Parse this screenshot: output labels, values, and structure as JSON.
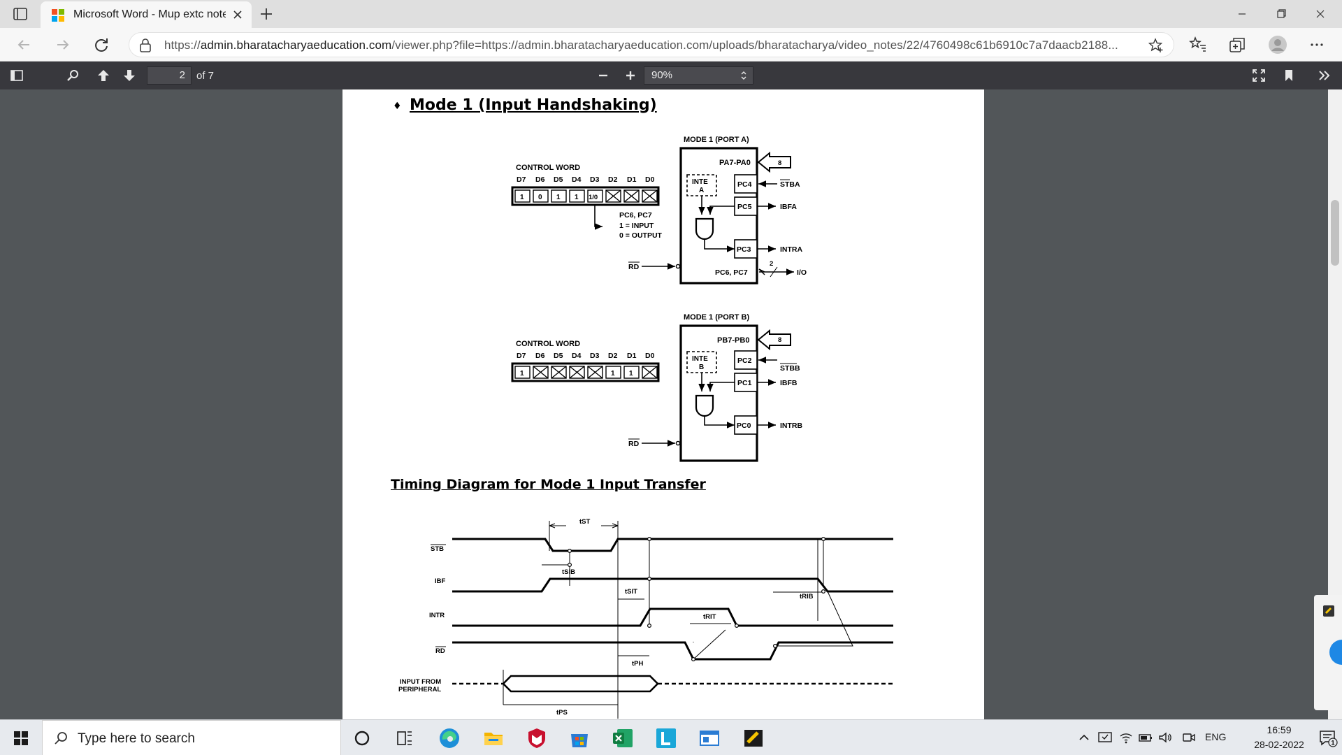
{
  "browser": {
    "tab_title": "Microsoft Word - Mup extc note",
    "url_prefix": "https://",
    "url_host": "admin.bharatacharyaeducation.com",
    "url_path": "/viewer.php?file=https://admin.bharatacharyaeducation.com/uploads/bharatacharya/video_notes/22/4760498c61b6910c7a7daacb2188..."
  },
  "pdf_toolbar": {
    "current_page": "2",
    "page_count_label": "of 7",
    "zoom": "90%"
  },
  "document": {
    "bullet": "♦",
    "heading_mode1": "Mode 1 (Input Handshaking)",
    "heading_timing": "Timing Diagram for Mode 1 Input Transfer",
    "port_a": {
      "title": "MODE 1 (PORT A)",
      "control_word": "CONTROL WORD",
      "bits": [
        "D7",
        "D6",
        "D5",
        "D4",
        "D3",
        "D2",
        "D1",
        "D0"
      ],
      "values": [
        "1",
        "0",
        "1",
        "1",
        "1/0",
        "",
        "",
        ""
      ],
      "pc67": "PC6, PC7",
      "input_note": "1 = INPUT",
      "output_note": "0 = OUTPUT",
      "data_port": "PA7-PA0",
      "bus_width": "8",
      "inte": "INTE",
      "inte_letter": "A",
      "pc4": "PC4",
      "pc5": "PC5",
      "pc3": "PC3",
      "pc6pc7": "PC6, PC7",
      "stb": "STBA",
      "ibf": "IBFA",
      "intr": "INTRA",
      "io_width": "2",
      "io": "I/O",
      "rd": "RD"
    },
    "port_b": {
      "title": "MODE 1 (PORT B)",
      "control_word": "CONTROL WORD",
      "bits": [
        "D7",
        "D6",
        "D5",
        "D4",
        "D3",
        "D2",
        "D1",
        "D0"
      ],
      "values": [
        "1",
        "",
        "",
        "",
        "",
        "1",
        "1",
        ""
      ],
      "data_port": "PB7-PB0",
      "bus_width": "8",
      "inte": "INTE",
      "inte_letter": "B",
      "pc2": "PC2",
      "pc1": "PC1",
      "pc0": "PC0",
      "stb": "STBB",
      "ibf": "IBFB",
      "intr": "INTRB",
      "rd": "RD"
    },
    "timing": {
      "signals": {
        "stb": "STB",
        "ibf": "IBF",
        "intr": "INTR",
        "rd": "RD",
        "input1": "INPUT FROM",
        "input2": "PERIPHERAL"
      },
      "params": {
        "tst": "tST",
        "tsib": "tSIB",
        "tsit": "tSIT",
        "trit": "tRIT",
        "trib": "tRIB",
        "tph": "tPH",
        "tps": "tPS"
      }
    }
  },
  "taskbar": {
    "search_placeholder": "Type here to search",
    "language": "ENG",
    "time": "16:59",
    "date": "28-02-2022",
    "notification_count": "1"
  }
}
